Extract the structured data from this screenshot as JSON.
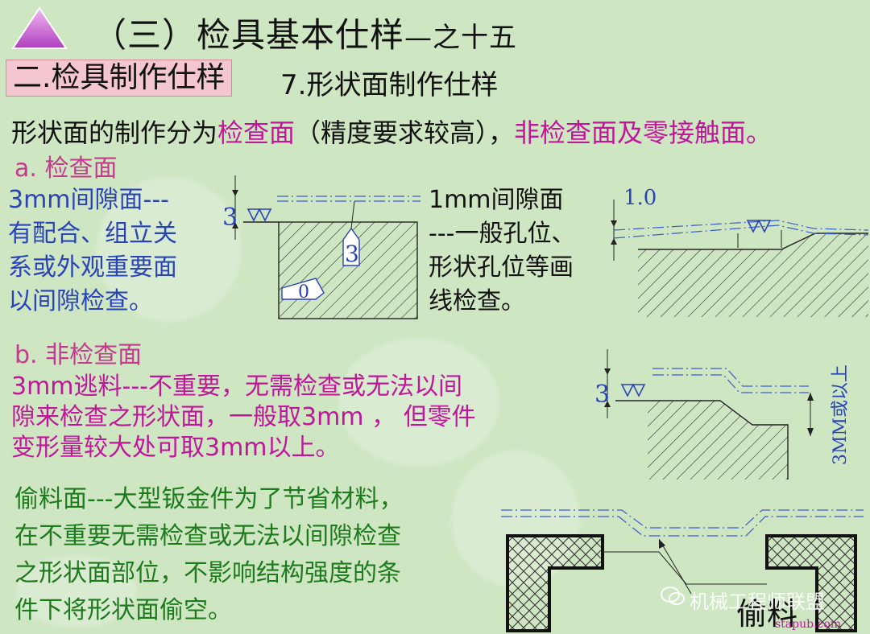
{
  "header": {
    "title": "（三）检具基本仕样",
    "title_suffix": "—之十五"
  },
  "section": {
    "label": "二.检具制作仕样",
    "subtitle": "7.形状面制作仕样"
  },
  "intro": {
    "part1": "形状面的制作分为",
    "part2": "检查面",
    "part3": "（精度要求较高），",
    "part4": "非检查面及零接触面。"
  },
  "section_a": {
    "heading": "a. 检查面",
    "blue_text": "3mm间隙面---\n有配合、组立关\n系或外观重要面\n以间隙检查。",
    "black_text": "1mm间隙面\n---一般孔位、\n形状孔位等画\n线检查。"
  },
  "section_b": {
    "heading": "b. 非检查面",
    "text": "3mm逃料---不重要，无需检查或无法以间\n隙来检查之形状面，一般取3mm ， 但零件\n变形量较大处可取3mm以上。"
  },
  "section_c": {
    "text": "偷料面---大型钣金件为了节省材料，\n在不重要无需检查或无法以间隙检查\n之形状面部位，不影响结构强度的条\n件下将形状面偷空。"
  },
  "drawings": {
    "fig1_dim": "3",
    "fig1_tag3": "3",
    "fig1_tag0": "0",
    "fig2_dim": "1.0",
    "fig3_dim": "3",
    "fig3_vertical": "3MM或以上",
    "fig4_label": "偷料"
  },
  "watermark": {
    "text": "机械工程师联盟",
    "site": "stapub.com"
  },
  "colors": {
    "background": "#cfe6c3",
    "magenta": "#c0169a",
    "blue": "#2a44b8",
    "green": "#1d7a1d",
    "section_box": "#f4c6cf",
    "triangle": "#c75fd0"
  }
}
